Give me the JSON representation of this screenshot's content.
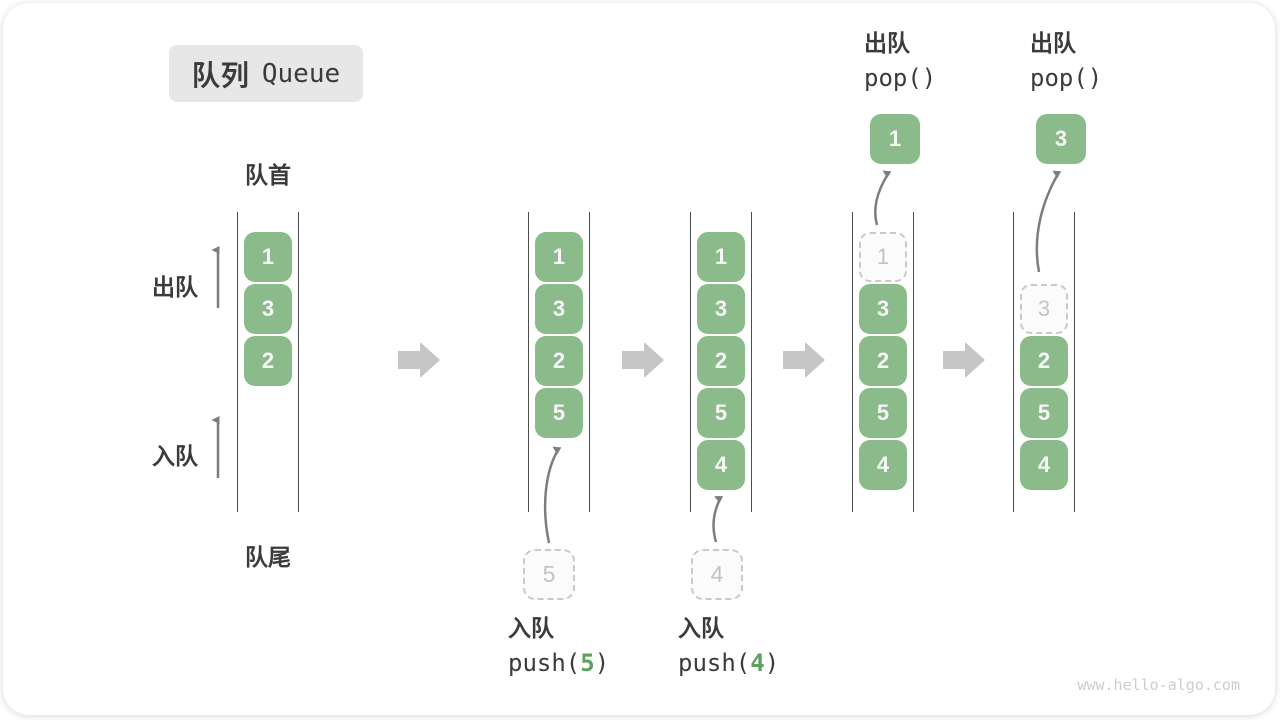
{
  "title": {
    "zh": "队列",
    "en": "Queue"
  },
  "labels": {
    "front": "队首",
    "rear": "队尾",
    "dequeue": "出队",
    "enqueue": "入队"
  },
  "queue_states": [
    {
      "boxes": [
        "1",
        "3",
        "2"
      ]
    },
    {
      "boxes": [
        "1",
        "3",
        "2",
        "5"
      ],
      "pending": "5"
    },
    {
      "boxes": [
        "1",
        "3",
        "2",
        "5",
        "4"
      ],
      "pending": "4"
    },
    {
      "ghost": "1",
      "boxes": [
        "3",
        "2",
        "5",
        "4"
      ],
      "popped": "1"
    },
    {
      "ghost": "3",
      "boxes": [
        "2",
        "5",
        "4"
      ],
      "popped": "3"
    }
  ],
  "operations": {
    "push5": {
      "label": "入队",
      "pre": "push(",
      "num": "5",
      "post": ")"
    },
    "push4": {
      "label": "入队",
      "pre": "push(",
      "num": "4",
      "post": ")"
    },
    "pop1": {
      "label": "出队",
      "code": "pop()"
    },
    "pop2": {
      "label": "出队",
      "code": "pop()"
    }
  },
  "watermark": "www.hello-algo.com",
  "colors": {
    "box_green": "#8bba8b",
    "accent_green": "#5fa05f",
    "text_dark": "#3b3b3b",
    "wall_gray": "#4d4d4d",
    "block_arrow": "#c6c6c6",
    "thin_arrow": "#7d7d7d",
    "ghost_border": "#c9c9c9",
    "ghost_text": "#c3c3c3",
    "title_bg": "#e7e7e7",
    "watermark": "#cdcdcd"
  }
}
